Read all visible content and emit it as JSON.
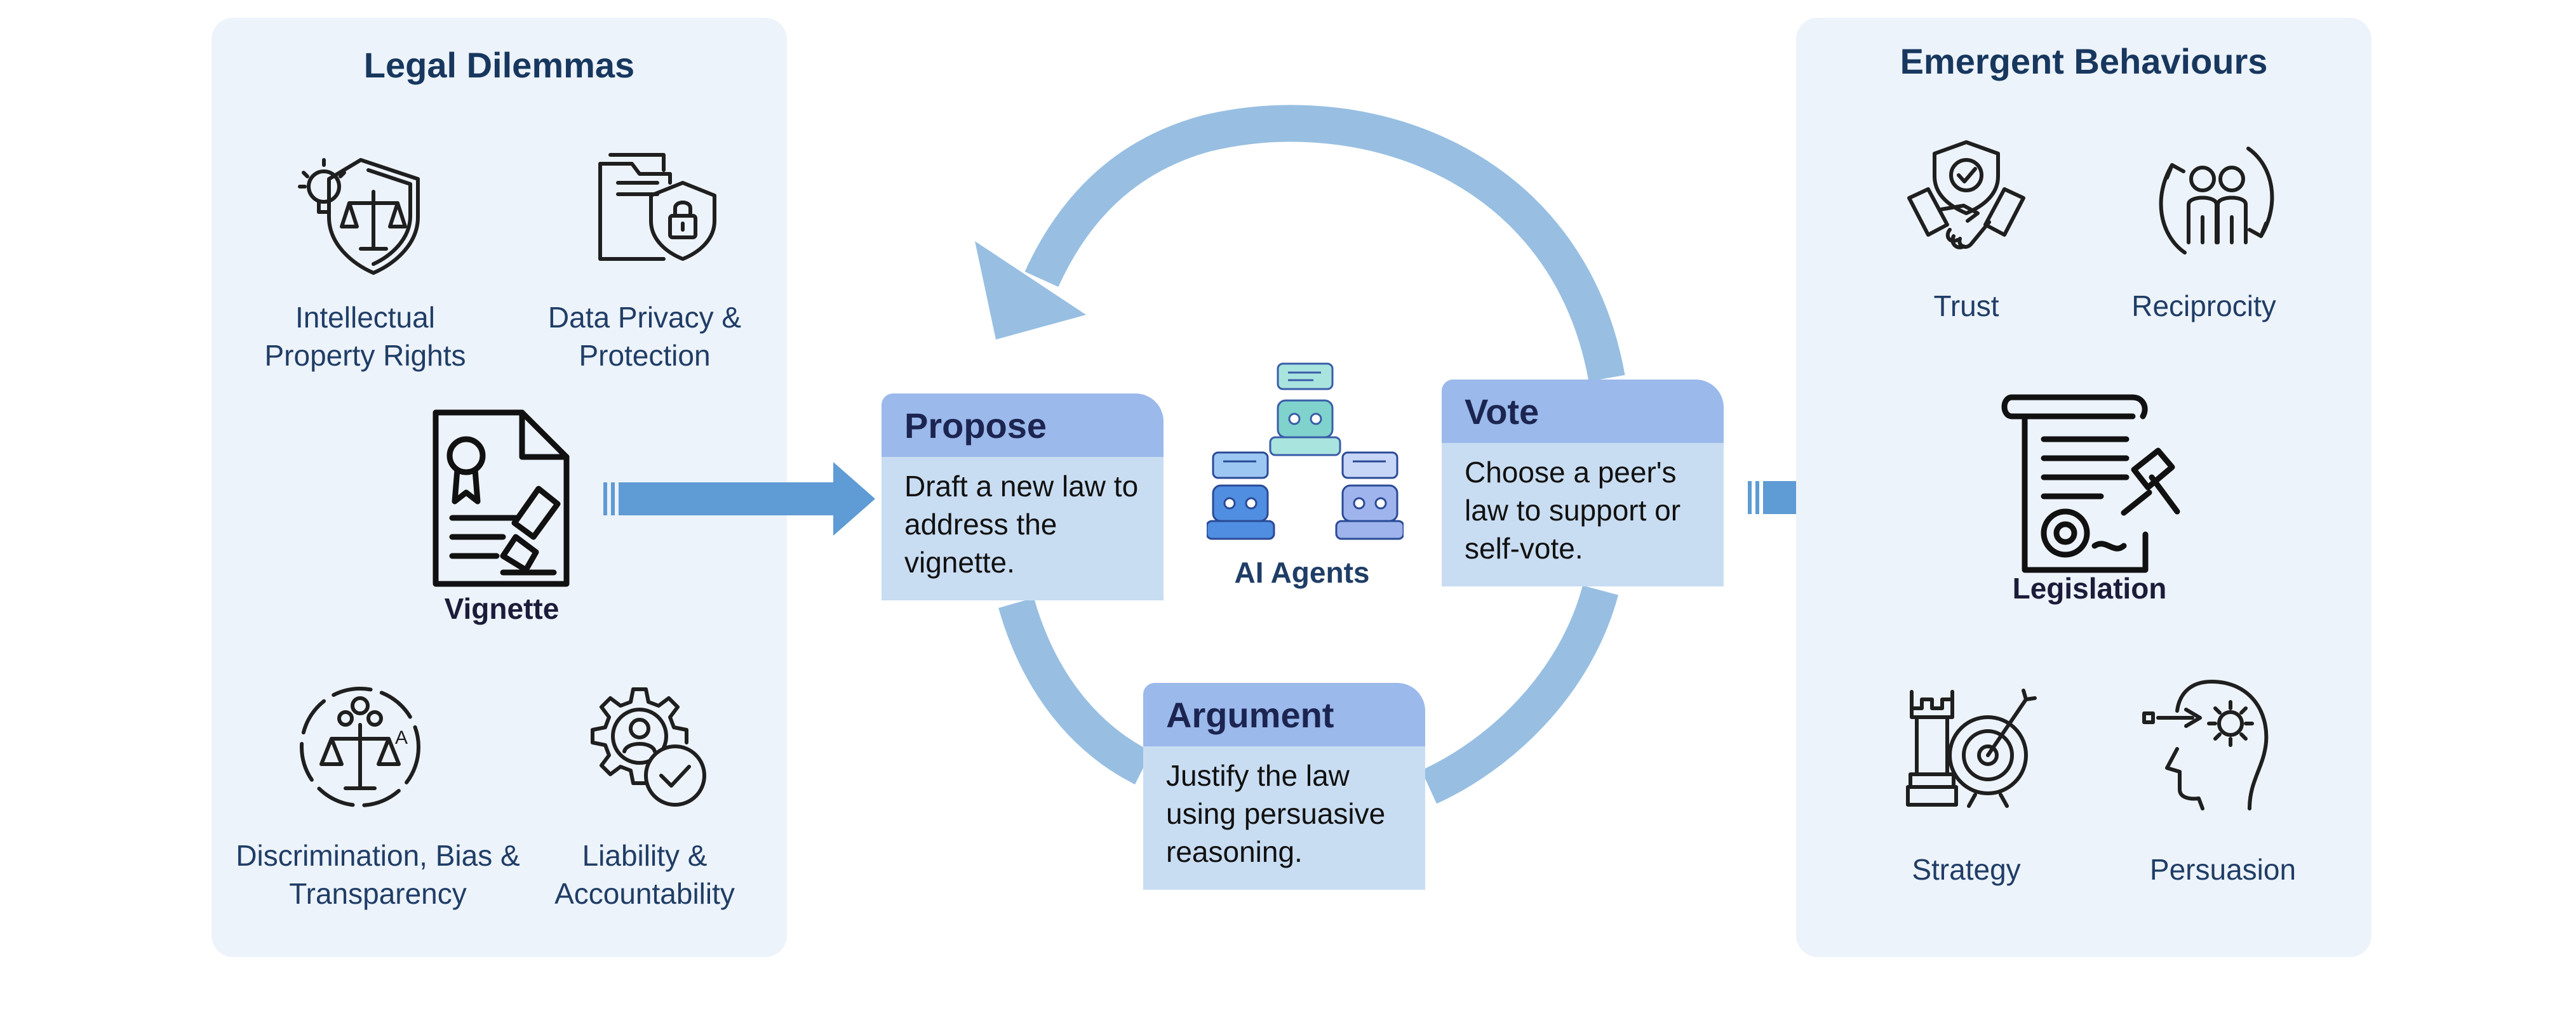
{
  "left_panel": {
    "title": "Legal Dilemmas",
    "items": [
      {
        "label": "Intellectual Property Rights",
        "icon": "ip-rights-icon"
      },
      {
        "label": "Data Privacy & Protection",
        "icon": "data-privacy-icon"
      },
      {
        "label": "Discrimination, Bias & Transparency",
        "icon": "discrimination-bias-icon"
      },
      {
        "label": "Liability & Accountability",
        "icon": "liability-icon"
      }
    ],
    "center": {
      "label": "Vignette",
      "icon": "vignette-document-icon"
    }
  },
  "cycle": {
    "center": {
      "label": "AI Agents",
      "icon": "ai-agents-icon"
    },
    "steps": [
      {
        "title": "Propose",
        "body": "Draft a new law to address the vignette."
      },
      {
        "title": "Vote",
        "body": "Choose a peer's law to support or self-vote."
      },
      {
        "title": "Argument",
        "body": "Justify the law using persuasive reasoning."
      }
    ]
  },
  "right_panel": {
    "title": "Emergent Behaviours",
    "items": [
      {
        "label": "Trust",
        "icon": "trust-handshake-icon"
      },
      {
        "label": "Reciprocity",
        "icon": "reciprocity-icon"
      },
      {
        "label": "Strategy",
        "icon": "strategy-icon"
      },
      {
        "label": "Persuasion",
        "icon": "persuasion-icon"
      }
    ],
    "center": {
      "label": "Legislation",
      "icon": "legislation-icon"
    }
  },
  "colors": {
    "panel_bg": "#edf3fa",
    "cycle_arrow": "#98bfe2",
    "flow_arrow": "#5f9bd4",
    "card_header": "#9bb9eb",
    "card_body": "#c9ddf2",
    "title_text": "#17375e"
  }
}
